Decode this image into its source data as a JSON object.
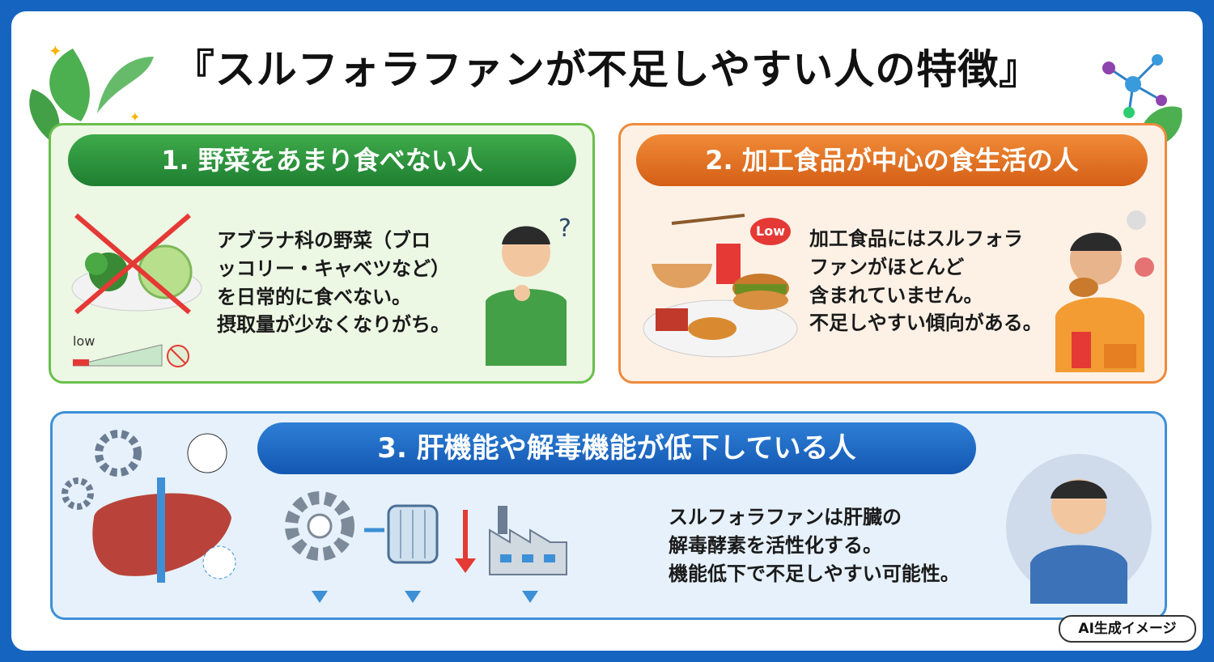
{
  "title": "『スルフォラファンが不足しやすい人の特徴』",
  "sections": [
    {
      "heading": "1. 野菜をあまり食べない人",
      "lines": [
        "アブラナ科の野菜（ブロ",
        "ッコリー・キャベツなど）",
        "を日常的に食べない。",
        "摂取量が少なくなりがち。"
      ],
      "badge": "low",
      "accent": "#2e9a3e"
    },
    {
      "heading": "2. 加工食品が中心の食生活の人",
      "lines": [
        "加工食品にはスルフォラ",
        "ファンがほとんど",
        "含まれていません。",
        "不足しやすい傾向がある。"
      ],
      "badge": "Low",
      "accent": "#e8772a"
    },
    {
      "heading": "3. 肝機能や解毒機能が低下している人",
      "lines": [
        "スルフォラファンは肝臓の",
        "解毒酵素を活性化する。",
        "機能低下で不足しやすい可能性。"
      ],
      "accent": "#1f6fc8"
    }
  ],
  "footer_badge": "AI生成イメージ",
  "icons": [
    "leaf-icon",
    "molecule-icon",
    "sparkle-icon",
    "question-icon",
    "gear-icon",
    "liver-icon",
    "filter-icon",
    "factory-icon",
    "arrow-down-icon"
  ]
}
